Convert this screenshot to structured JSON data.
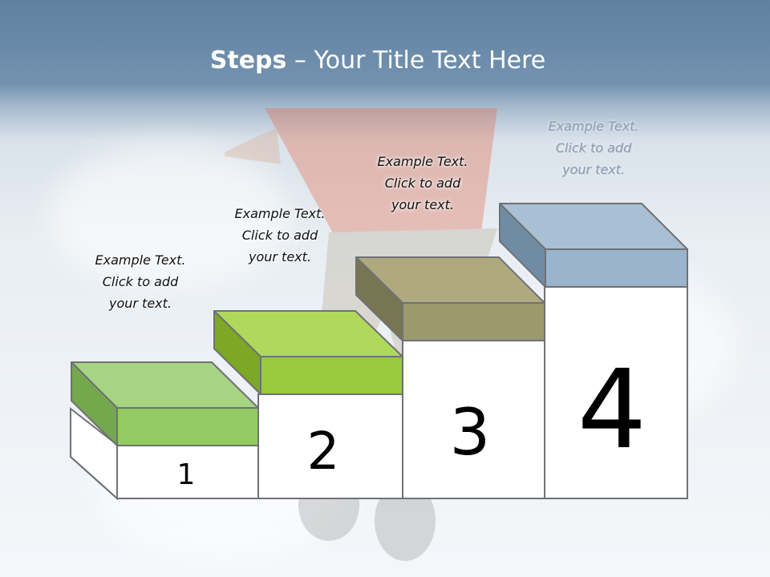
{
  "title": {
    "bold": "Steps",
    "rest": " – Your Title Text Here"
  },
  "steps": [
    {
      "number": "1",
      "text": [
        "Example Text.",
        "Click  to add",
        "your text."
      ],
      "colors": {
        "top": "#a6d483",
        "front": "#91cb61",
        "side": "#74a84c"
      }
    },
    {
      "number": "2",
      "text": [
        "Example Text.",
        "Click  to add",
        "your text."
      ],
      "colors": {
        "top": "#b0d95b",
        "front": "#99c93c",
        "side": "#7ca825"
      }
    },
    {
      "number": "3",
      "text": [
        "Example Text.",
        "Click  to add",
        "your text."
      ],
      "colors": {
        "top": "#aeaa7e",
        "front": "#9c9a6c",
        "side": "#787552"
      }
    },
    {
      "number": "4",
      "text": [
        "Example Text.",
        "Click  to add",
        "your text."
      ],
      "colors": {
        "top": "#a9bfd3",
        "front": "#99b4cc",
        "side": "#6f8ca5"
      }
    }
  ]
}
